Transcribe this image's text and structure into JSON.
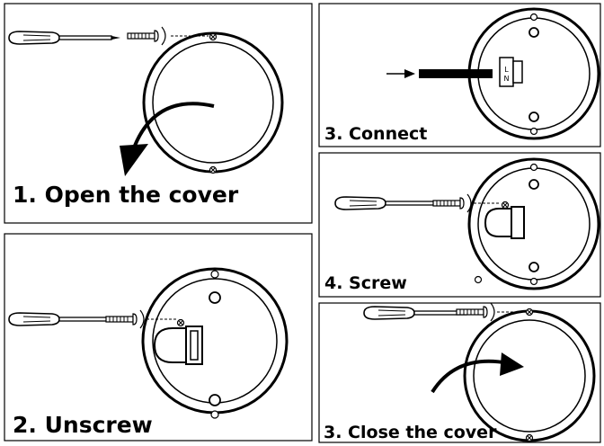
{
  "steps": [
    {
      "id": "step1",
      "label": "1. Open the cover"
    },
    {
      "id": "step2",
      "label": "2. Unscrew"
    },
    {
      "id": "step3",
      "label": "3. Connect"
    },
    {
      "id": "step4",
      "label": "4. Screw"
    },
    {
      "id": "step5",
      "label": "3. Close the cover"
    }
  ],
  "terminal_letters": [
    "L",
    "N"
  ],
  "colors": {
    "line": "#000000",
    "background": "#ffffff"
  },
  "icons": [
    "screwdriver-icon",
    "screw-icon",
    "cover-ring-icon",
    "curved-arrow-icon",
    "cable-icon",
    "terminal-block-icon",
    "sensor-dome-icon"
  ]
}
